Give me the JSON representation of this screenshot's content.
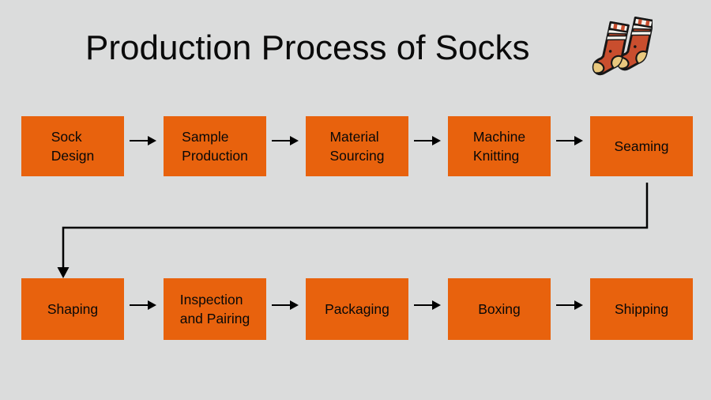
{
  "title": "Production Process of Socks",
  "icon": {
    "name": "pair-of-socks",
    "colors": {
      "body": "#c94e2e",
      "trim": "#e9c87e",
      "stripe": "#f6f4ee",
      "outline": "#161616"
    }
  },
  "palette": {
    "box_fill": "#e8620d",
    "background": "#dbdcdc",
    "text": "#080808",
    "connector": "#000000"
  },
  "flow": {
    "row1": [
      {
        "label": "Sock\nDesign"
      },
      {
        "label": "Sample\nProduction"
      },
      {
        "label": "Material\nSourcing"
      },
      {
        "label": "Machine\nKnitting"
      },
      {
        "label": "Seaming"
      }
    ],
    "row2": [
      {
        "label": "Shaping"
      },
      {
        "label": "Inspection\nand Pairing"
      },
      {
        "label": "Packaging"
      },
      {
        "label": "Boxing"
      },
      {
        "label": "Shipping"
      }
    ]
  }
}
